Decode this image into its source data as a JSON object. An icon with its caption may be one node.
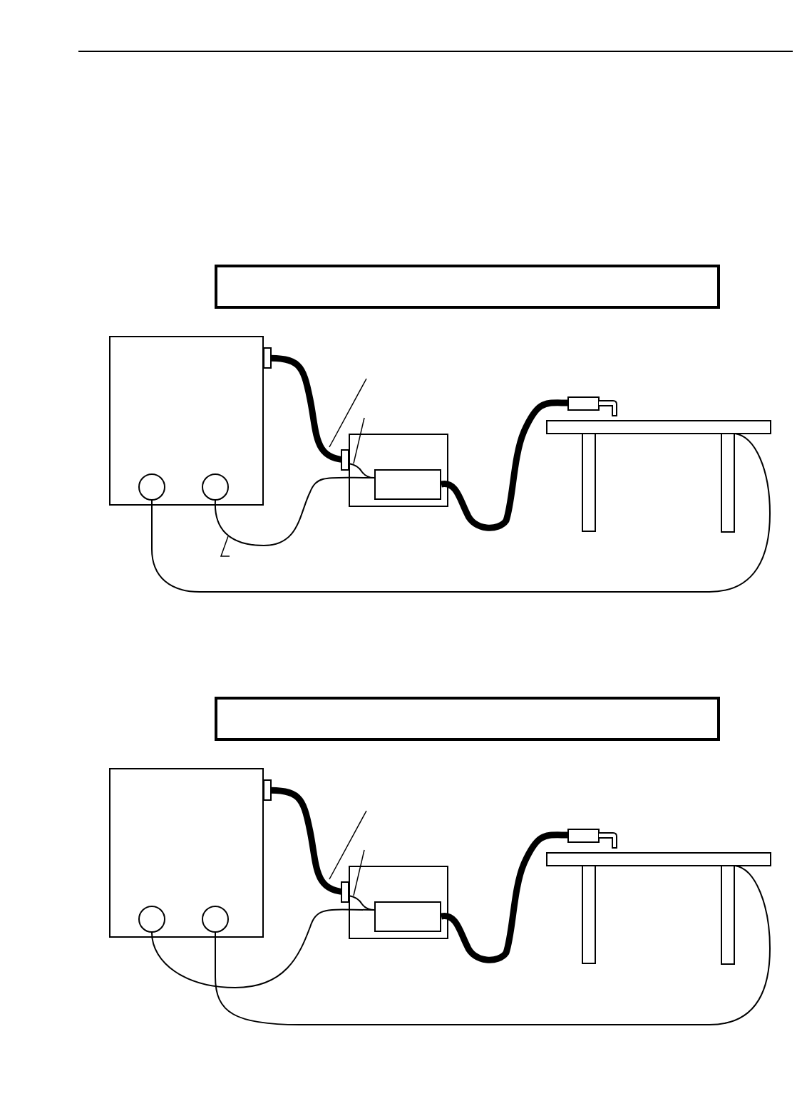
{
  "diagram": {
    "nodes": [
      {
        "text": [],
        "shape": "box"
      },
      {
        "text": [],
        "shape": "box"
      },
      {
        "text": [],
        "shape": "circle",
        "in": 1
      },
      {
        "text": [],
        "shape": "circle",
        "in": 1
      },
      {
        "text": [],
        "shape": "box"
      },
      {
        "text": [],
        "shape": "box",
        "in": 4
      },
      {
        "text": [],
        "shape": "gun"
      },
      {
        "text": [],
        "shape": "table"
      },
      {
        "text": [],
        "shape": "box"
      },
      {
        "text": [],
        "shape": "box"
      },
      {
        "text": [],
        "shape": "circle",
        "in": 9
      },
      {
        "text": [],
        "shape": "circle",
        "in": 9
      },
      {
        "text": [],
        "shape": "box"
      },
      {
        "text": [],
        "shape": "box",
        "in": 12
      },
      {
        "text": [],
        "shape": "gun"
      },
      {
        "text": [],
        "shape": "table"
      }
    ],
    "edges": [
      {
        "from": 1,
        "to": 4,
        "arrow": "other",
        "style": "thick"
      },
      {
        "from": 5,
        "to": 6,
        "arrow": "none",
        "style": "thick"
      },
      {
        "from": 3,
        "to": 5,
        "arrow": "none"
      },
      {
        "from": 2,
        "to": 7,
        "arrow": "none"
      },
      {
        "from": 9,
        "to": 12,
        "arrow": "other",
        "style": "thick"
      },
      {
        "from": 13,
        "to": 14,
        "arrow": "none",
        "style": "thick"
      },
      {
        "from": 10,
        "to": 13,
        "arrow": "none"
      },
      {
        "from": 11,
        "to": 15,
        "arrow": "none"
      },
      {
        "from": 4,
        "to": 5,
        "arrow": "none"
      },
      {
        "from": 12,
        "to": 13,
        "arrow": "none"
      }
    ]
  }
}
